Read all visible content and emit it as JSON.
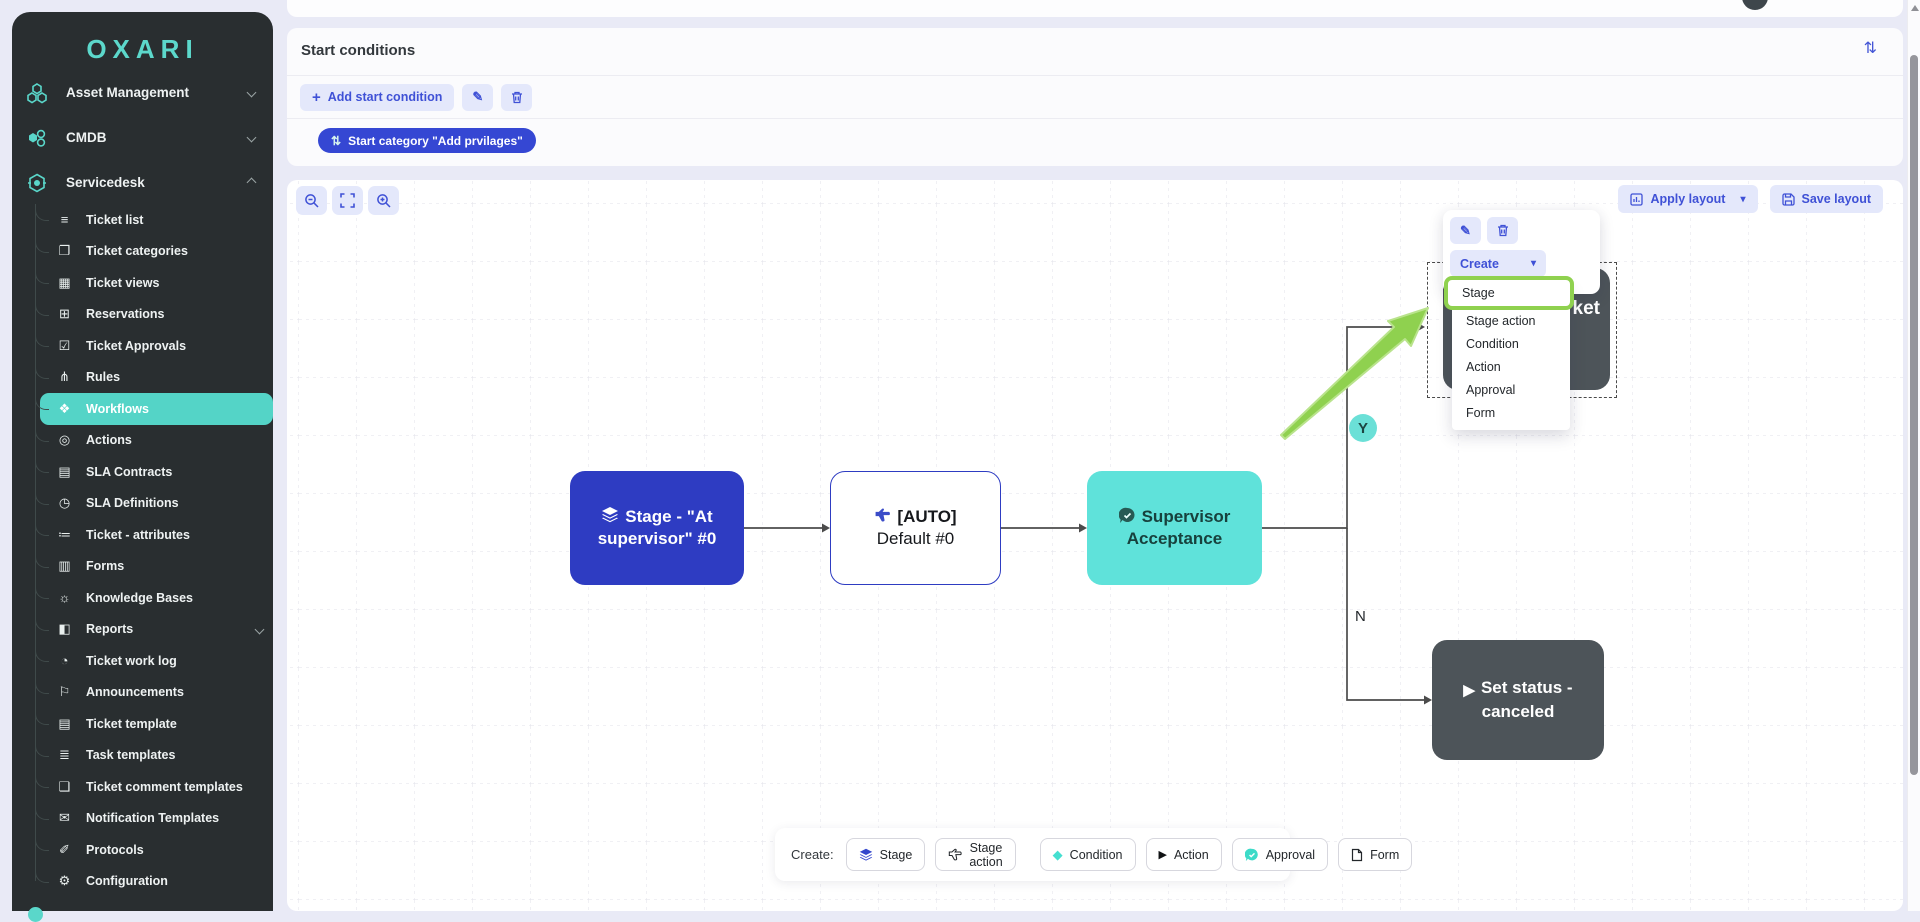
{
  "icons": {
    "plus": "+",
    "pencil": "✎",
    "sync": "⇅",
    "caret_down": "▾",
    "play": "▶",
    "diamond": "◆"
  },
  "sidebar": {
    "logo": "OXARI",
    "top_items": [
      {
        "label": "Asset Management"
      },
      {
        "label": "CMDB"
      },
      {
        "label": "Servicedesk"
      }
    ],
    "servicedesk_items": [
      {
        "label": "Ticket list",
        "glyph": "≡"
      },
      {
        "label": "Ticket categories",
        "glyph": "❐"
      },
      {
        "label": "Ticket views",
        "glyph": "▦"
      },
      {
        "label": "Reservations",
        "glyph": "⊞"
      },
      {
        "label": "Ticket Approvals",
        "glyph": "☑"
      },
      {
        "label": "Rules",
        "glyph": "⋔"
      },
      {
        "label": "Workflows",
        "glyph": "❖"
      },
      {
        "label": "Actions",
        "glyph": "◎"
      },
      {
        "label": "SLA Contracts",
        "glyph": "▤"
      },
      {
        "label": "SLA Definitions",
        "glyph": "◷"
      },
      {
        "label": "Ticket - attributes",
        "glyph": "≔"
      },
      {
        "label": "Forms",
        "glyph": "▥"
      },
      {
        "label": "Knowledge Bases",
        "glyph": "☼"
      },
      {
        "label": "Reports",
        "glyph": "◧"
      },
      {
        "label": "Ticket work log",
        "glyph": "◔"
      },
      {
        "label": "Announcements",
        "glyph": "⚐"
      },
      {
        "label": "Ticket template",
        "glyph": "▤"
      },
      {
        "label": "Task templates",
        "glyph": "≣"
      },
      {
        "label": "Ticket comment templates",
        "glyph": "❑"
      },
      {
        "label": "Notification Templates",
        "glyph": "✉"
      },
      {
        "label": "Protocols",
        "glyph": "✐"
      },
      {
        "label": "Configuration",
        "glyph": "⚙"
      }
    ]
  },
  "start_conditions": {
    "title": "Start conditions",
    "add_button": "Add start condition",
    "category_pill": "Start category \"Add prvilages\""
  },
  "canvas": {
    "apply_layout": "Apply layout",
    "save_layout": "Save layout",
    "menu": {
      "create_label": "Create",
      "items": [
        "Stage",
        "Stage action",
        "Condition",
        "Action",
        "Approval",
        "Form"
      ]
    },
    "nodes": {
      "stage": "Stage - \"At supervisor\" #0",
      "auto_line1": "[AUTO]",
      "auto_line2": "Default #0",
      "approval": "Supervisor Acceptance",
      "set_status": "Set status - canceled",
      "hidden_fragment": "ket"
    },
    "edge_labels": {
      "yes": "Y",
      "no": "N"
    },
    "toolbar": {
      "label": "Create:",
      "buttons": [
        "Stage",
        "Stage action",
        "Condition",
        "Action",
        "Approval",
        "Form"
      ]
    }
  }
}
